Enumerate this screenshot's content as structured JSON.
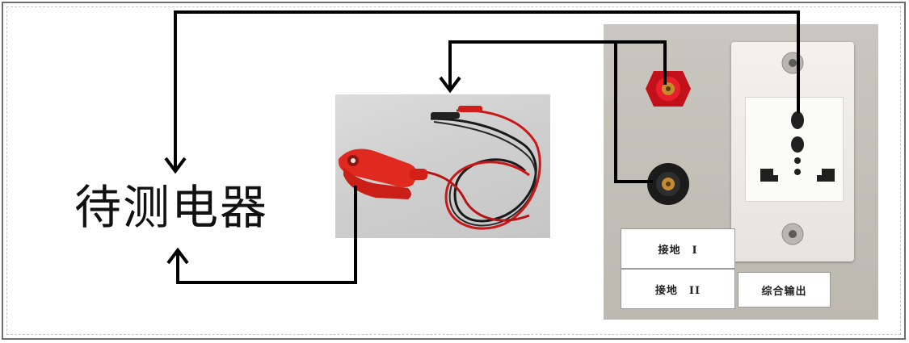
{
  "device_under_test_label": "待测电器",
  "panel_labels": {
    "ground_1": "接地　I",
    "ground_2": "接地　II",
    "combined_output": "综合输出"
  }
}
